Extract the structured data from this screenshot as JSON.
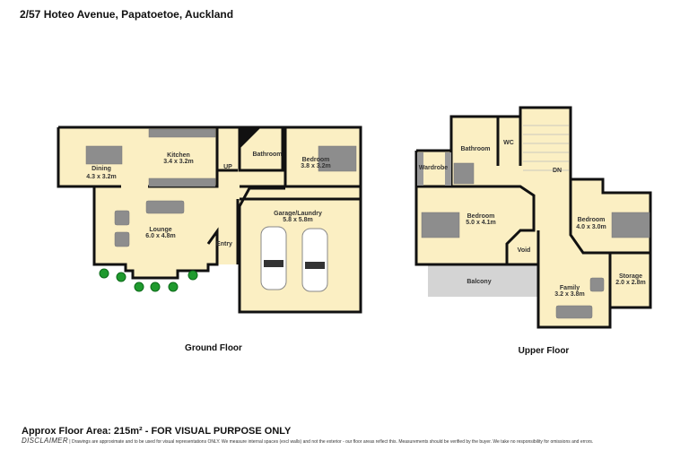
{
  "title": "2/57 Hoteo Avenue, Papatoetoe, Auckland",
  "ground_floor": {
    "label": "Ground Floor",
    "rooms": [
      {
        "name": "Dining",
        "size": "4.3 x 3.2m"
      },
      {
        "name": "Kitchen",
        "size": "3.4 x 3.2m"
      },
      {
        "name": "Bathroom",
        "size": ""
      },
      {
        "name": "Bedroom",
        "size": "3.8 x 3.2m"
      },
      {
        "name": "Lounge",
        "size": "6.0 x 4.8m"
      },
      {
        "name": "Entry",
        "size": ""
      },
      {
        "name": "Garage/Laundry",
        "size": "5.8 x 5.8m"
      }
    ],
    "stairs_label": "UP"
  },
  "upper_floor": {
    "label": "Upper  Floor",
    "rooms": [
      {
        "name": "Bathroom",
        "size": ""
      },
      {
        "name": "WC",
        "size": ""
      },
      {
        "name": "Wardrobe",
        "size": ""
      },
      {
        "name": "Bedroom",
        "size": "5.0 x 4.1m"
      },
      {
        "name": "Void",
        "size": ""
      },
      {
        "name": "Balcony",
        "size": ""
      },
      {
        "name": "Bedroom",
        "size": "4.0 x 3.0m"
      },
      {
        "name": "Family",
        "size": "3.2 x 3.8m"
      },
      {
        "name": "Storage",
        "size": "2.0 x 2.8m"
      }
    ],
    "stairs_label": "DN"
  },
  "footer": {
    "area": "Approx Floor Area: 215m² - FOR VISUAL PURPOSE ONLY",
    "disclaimer_title": "DISCLAIMER",
    "disclaimer_text": " | Drawings are approximate and to be used for visual representations ONLY. We measure internal spaces (excl walls) and not the exterior - our floor areas reflect this. Measurements should be verified by the buyer. We take no responsibility for omissions and errors."
  },
  "colors": {
    "room_fill": "#fbefc3",
    "wall": "#111111",
    "balcony": "#d4d4d4",
    "furniture": "#8d8d8d",
    "trees": "#1f9a2e"
  }
}
